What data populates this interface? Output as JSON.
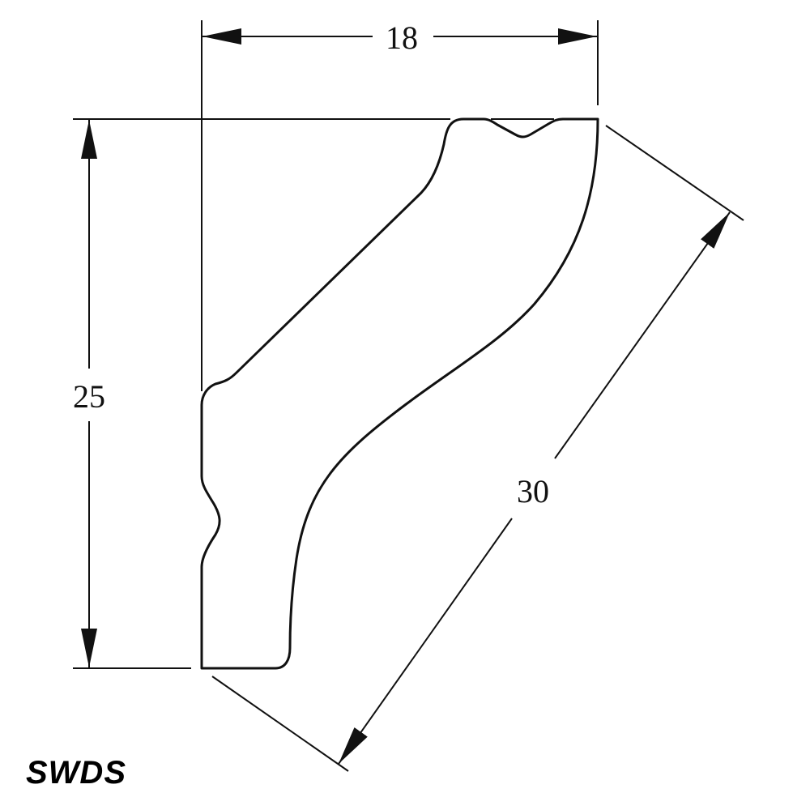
{
  "drawing": {
    "dimensions": {
      "width": "18",
      "height": "25",
      "diagonal": "30"
    },
    "logo": "SWDS",
    "line_color": "#111111"
  }
}
